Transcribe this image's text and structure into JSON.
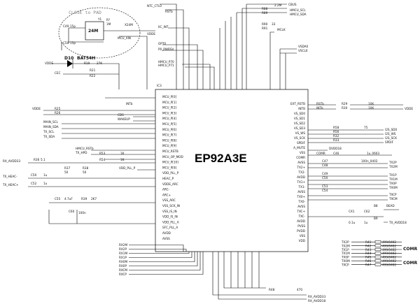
{
  "chip": {
    "ref": "IC3",
    "part": "EP92A3E"
  },
  "crystal": {
    "ref": "Y1",
    "freq": "24M",
    "note": "CLOSE to PAD",
    "c1": "C49",
    "c1v": "15p",
    "c2": "C50",
    "c2v": "15p",
    "r": "R?",
    "rv": "1M",
    "xin": "MCU_XIN",
    "xout": "X24M"
  },
  "top_nets": [
    "NTC_CTL0",
    "RSTb",
    "MCLK",
    "CBUS",
    "HMCU_SCL",
    "HMCU_SDA",
    "VSDA0",
    "VSCL0",
    "VDDE",
    "IIC_INT",
    "OPT0",
    "P0_PWRSV",
    "HMCU_P70",
    "HMCU_P71",
    "R88",
    "R89",
    "R90",
    "R91",
    "33",
    "2.2M"
  ],
  "diode": {
    "ref": "D10",
    "part": "BAT54H",
    "r": "R19",
    "rv": "27K",
    "net1": "VDDE",
    "net2": "CEC",
    "r2": "R21",
    "r3": "R22"
  },
  "left_nets": [
    "VDDE",
    "R25",
    "R26",
    "MAIN_SCL",
    "MAIN_SDA",
    "TX_SCL",
    "TX_SDA",
    "CDS",
    "WAKEUP",
    "VDD_PLL_P",
    "RX_AVDD33",
    "TX_HEAC-",
    "TX_HEAC+",
    "INTb",
    "HMCU_RSTb",
    "TX_HPD",
    "R53",
    "R54",
    "1K",
    "1K"
  ],
  "left_pins": [
    "MCU_P[0]",
    "MCU_P[1]",
    "MCU_P[2]",
    "MCU_P[3]",
    "MCU_P[4]",
    "MCU_P[5]",
    "MCU_P[6]",
    "MCU_P[7]",
    "MCU_P[8]",
    "MCU_P[9]",
    "MCU_RSTB",
    "MCU_OP_MOD",
    "MCU_P[10]",
    "MCU_P[9]",
    "VDD_PLL_P",
    "HEAC_P",
    "VDDE_ARC",
    "ARC-",
    "ARC+",
    "VSS_ARC",
    "VSS_SCK_IN",
    "VSS_IS_IN",
    "VDD_IS_IN",
    "VDD_PLL_A",
    "SFC_PLL_A",
    "AVDD",
    "AVSS"
  ],
  "right_nets": [
    "RSTb",
    "INTb",
    "R29",
    "R30",
    "10K",
    "10K",
    "VDDE",
    "R58",
    "R56",
    "R32",
    "R33",
    "75",
    "I2S_SD0",
    "I2S_WS",
    "I2S_SCK",
    "SPDIF",
    "DVDD18",
    "COMR",
    "C46",
    "1u_0603",
    "C47",
    "C48",
    "C49",
    "C50",
    "C53",
    "C54",
    "100n_0402",
    "TX2P",
    "TX2M",
    "TX1P",
    "TX1M",
    "TX0P",
    "TX0M",
    "TXCP",
    "TXCM",
    "CX1",
    "0.1u",
    "C62",
    "1u",
    "B8",
    "B9",
    "BEAD",
    "TX_AVDD18"
  ],
  "right_pins": [
    "EXT_RSTB",
    "INTB",
    "VS_SD0",
    "VS_SD1",
    "VS_SD2",
    "VS_SD3",
    "VS_WS",
    "VS_SCK",
    "SPDIF",
    "A_MUTE",
    "VSS",
    "COMR",
    "AVSS",
    "TX2+",
    "TX2-",
    "AVDD",
    "TX1+",
    "TX1-",
    "AVSS",
    "TX0+",
    "TX0-",
    "AVSS",
    "TXC+",
    "TXC-",
    "AVDD",
    "PVSS",
    "PVDD",
    "VSS",
    "VDD"
  ],
  "bottom_nets": [
    "RX2M",
    "RX2P",
    "RX1M",
    "RX1P",
    "RX0M",
    "RX0P",
    "RXCM",
    "RXCP",
    "R48",
    "470",
    "RX_AVDD33",
    "RX_AVDD18"
  ],
  "misc": {
    "r36": "R36",
    "r36v": "5.1",
    "r37": "R37",
    "r37v": "50",
    "r38": "R38",
    "r38v": "50",
    "c50": "C50",
    "c52": "C52",
    "cv": "1u",
    "c55": "C55",
    "c55v": "4.7uF",
    "c60": "C60",
    "c60v": "100n",
    "r39": "R39",
    "r39v": "2K7"
  },
  "comr_table": {
    "rows": [
      [
        "TX2P",
        "R41",
        "499/0402"
      ],
      [
        "TX2M",
        "R42",
        "499/0402"
      ],
      [
        "TX1P",
        "R43",
        "499/0402"
      ],
      [
        "TX1M",
        "R44",
        "499/0402"
      ],
      [
        "TX0P",
        "R45",
        "499/0402"
      ],
      [
        "TX0M",
        "R46",
        "499/0402"
      ],
      [
        "TXCP",
        "R47",
        "499/0402"
      ]
    ],
    "label": "COMR"
  }
}
